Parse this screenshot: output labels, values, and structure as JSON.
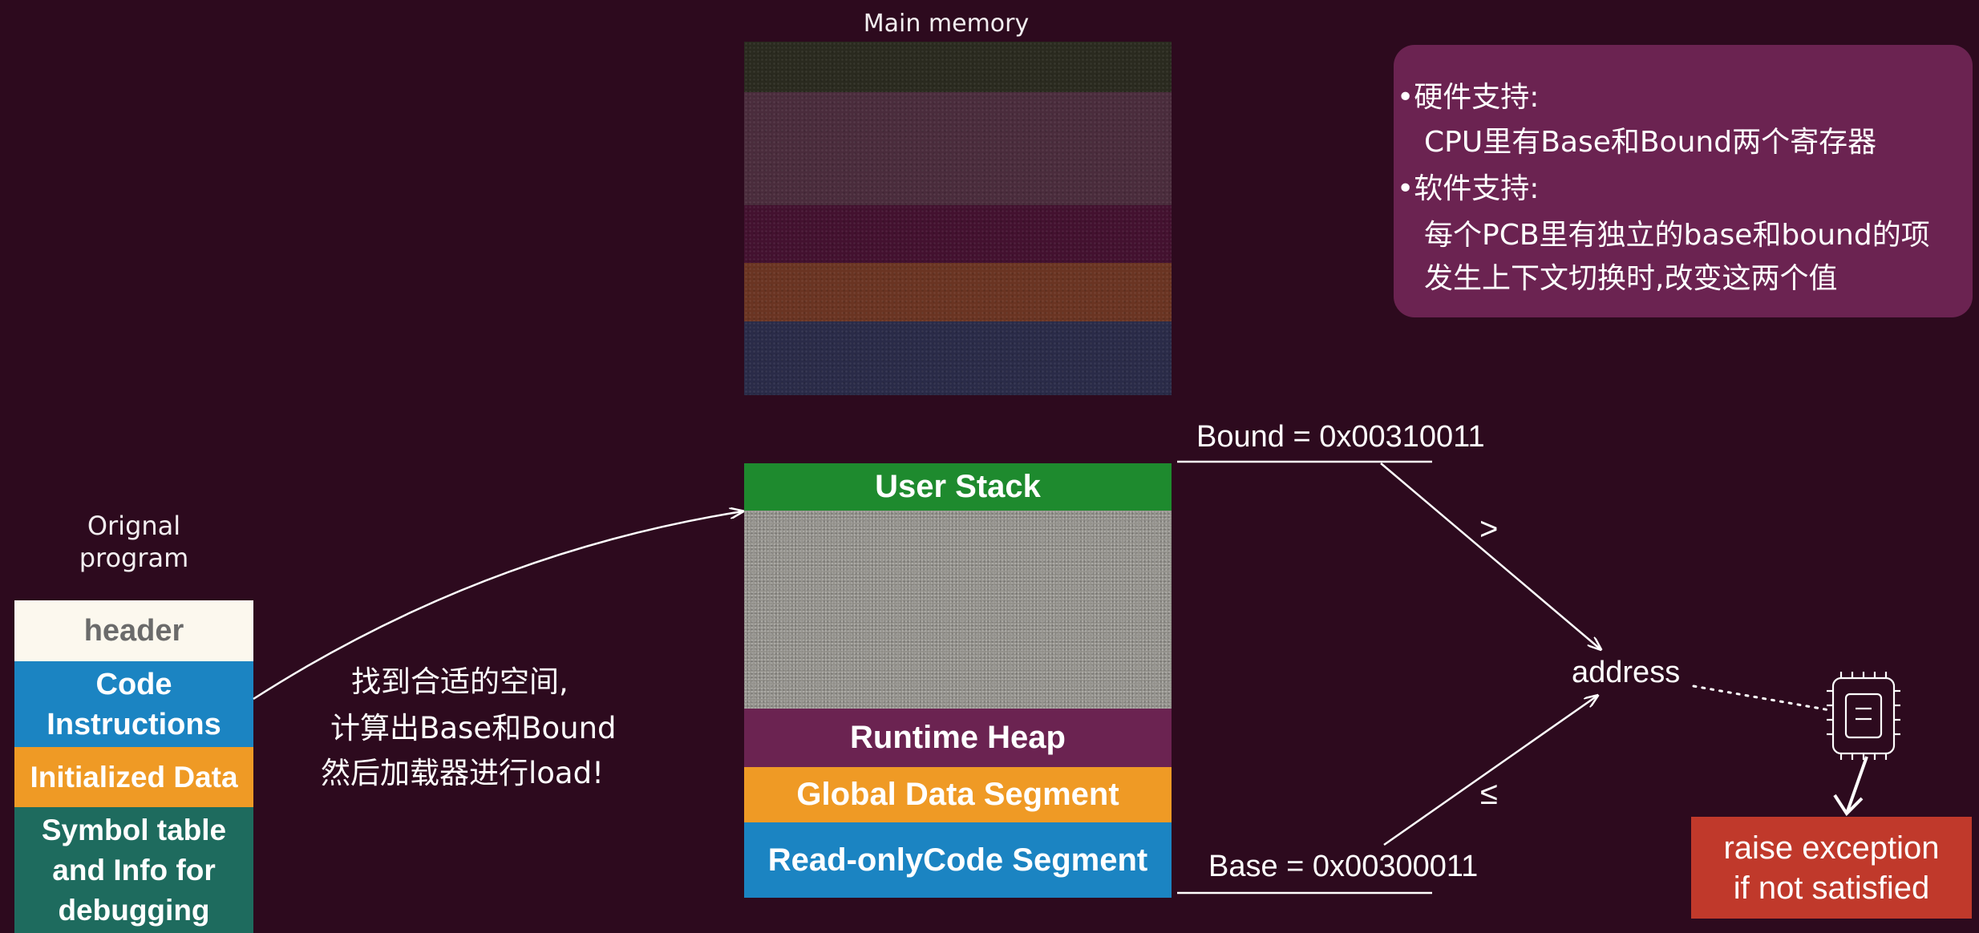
{
  "main_memory": {
    "title": "Main memory",
    "segments": {
      "user_stack": "User Stack",
      "runtime_heap": "Runtime Heap",
      "global_data": "Global Data Segment",
      "code": "Read-onlyCode Segment"
    }
  },
  "original_program": {
    "title_line1": "Orignal",
    "title_line2": "program",
    "header": "header",
    "code_line1": "Code",
    "code_line2": "Instructions",
    "initialized_data": "Initialized Data",
    "symbol_line1": "Symbol table",
    "symbol_line2": "and Info for",
    "symbol_line3": "debugging"
  },
  "loader_note": {
    "line1": "找到合适的空间,",
    "line2": "计算出Base和Bound",
    "line3": "然后加载器进行load!"
  },
  "registers": {
    "bound": "Bound = 0x00310011",
    "base": "Base = 0x00300011",
    "gt_symbol": ">",
    "le_symbol": "≤",
    "address": "address"
  },
  "support_note": {
    "hw_title": "•硬件支持:",
    "hw_detail": "CPU里有Base和Bound两个寄存器",
    "sw_title": "•软件支持:",
    "sw_detail1": "每个PCB里有独立的base和bound的项",
    "sw_detail2": "发生上下文切换时,改变这两个值"
  },
  "exception": {
    "line1": "raise exception",
    "line2": "if not satisfied"
  },
  "icons": {
    "cpu": "cpu-chip-icon"
  },
  "colors": {
    "background": "#2d0a1e",
    "user_stack": "#1e8a2e",
    "runtime_heap": "#6b2351",
    "global_data": "#ef9a25",
    "code": "#1b84c2",
    "symbol_table": "#1e6b5e",
    "header_bg": "#fcf8ee",
    "note_bg": "#6b2351",
    "exception_bg": "#c0392b"
  }
}
